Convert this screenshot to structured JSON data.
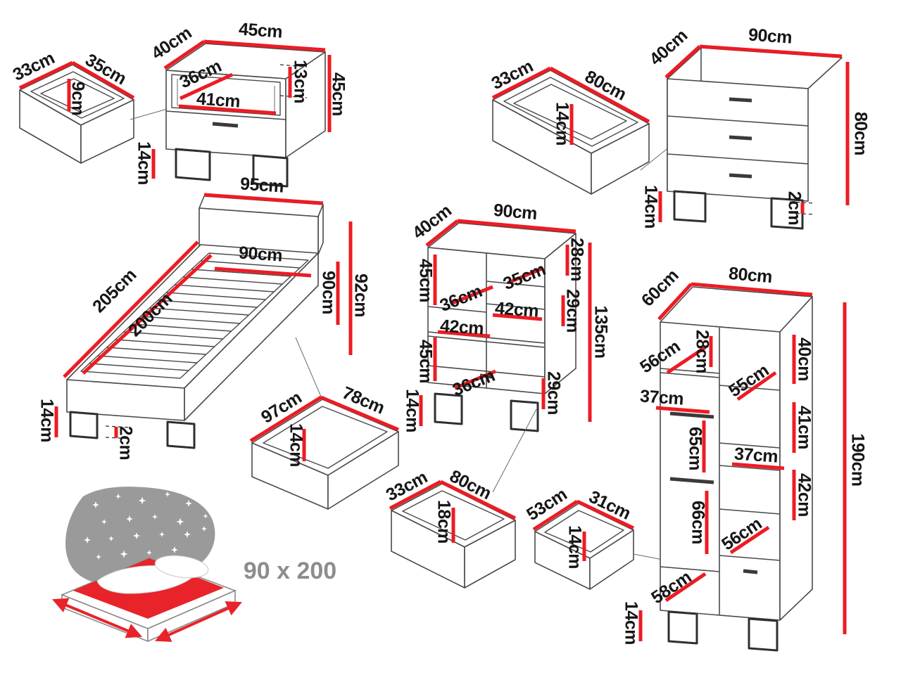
{
  "colors": {
    "dimension_line": "#ec1c24",
    "outline": "#4a4a4a",
    "label_text": "#161616",
    "caption_text": "#8d8d8d",
    "star_panel": "#9a9a9a",
    "mattress": "#e8232a"
  },
  "caption": {
    "text": "90 x 200"
  },
  "labels": [
    {
      "piece": "nightstand",
      "text": "40cm"
    },
    {
      "piece": "nightstand",
      "text": "45cm"
    },
    {
      "piece": "nightstand",
      "text": "36cm"
    },
    {
      "piece": "nightstand",
      "text": "41cm"
    },
    {
      "piece": "nightstand",
      "text": "13cm"
    },
    {
      "piece": "nightstand",
      "text": "45cm"
    },
    {
      "piece": "nightstand",
      "text": "14cm"
    },
    {
      "piece": "drawer-33x35",
      "text": "33cm"
    },
    {
      "piece": "drawer-33x35",
      "text": "35cm"
    },
    {
      "piece": "drawer-33x35",
      "text": "9cm"
    },
    {
      "piece": "drawer-33x80",
      "text": "33cm"
    },
    {
      "piece": "drawer-33x80",
      "text": "80cm"
    },
    {
      "piece": "drawer-33x80",
      "text": "14cm"
    },
    {
      "piece": "chest",
      "text": "40cm"
    },
    {
      "piece": "chest",
      "text": "90cm"
    },
    {
      "piece": "chest",
      "text": "80cm"
    },
    {
      "piece": "chest",
      "text": "2cm"
    },
    {
      "piece": "chest",
      "text": "14cm"
    },
    {
      "piece": "bed",
      "text": "95cm"
    },
    {
      "piece": "bed",
      "text": "205cm"
    },
    {
      "piece": "bed",
      "text": "200cm"
    },
    {
      "piece": "bed",
      "text": "90cm"
    },
    {
      "piece": "bed",
      "text": "92cm"
    },
    {
      "piece": "bed",
      "text": "90cm"
    },
    {
      "piece": "bed",
      "text": "14cm"
    },
    {
      "piece": "bed",
      "text": "2cm"
    },
    {
      "piece": "drawer-97x78",
      "text": "97cm"
    },
    {
      "piece": "drawer-97x78",
      "text": "78cm"
    },
    {
      "piece": "drawer-97x78",
      "text": "14cm"
    },
    {
      "piece": "bookcase",
      "text": "40cm"
    },
    {
      "piece": "bookcase",
      "text": "90cm"
    },
    {
      "piece": "bookcase",
      "text": "45cm"
    },
    {
      "piece": "bookcase",
      "text": "36cm"
    },
    {
      "piece": "bookcase",
      "text": "35cm"
    },
    {
      "piece": "bookcase",
      "text": "42cm"
    },
    {
      "piece": "bookcase",
      "text": "42cm"
    },
    {
      "piece": "bookcase",
      "text": "45cm"
    },
    {
      "piece": "bookcase",
      "text": "36cm"
    },
    {
      "piece": "bookcase",
      "text": "28cm"
    },
    {
      "piece": "bookcase",
      "text": "29cm"
    },
    {
      "piece": "bookcase",
      "text": "135cm"
    },
    {
      "piece": "bookcase",
      "text": "29cm"
    },
    {
      "piece": "bookcase",
      "text": "14cm"
    },
    {
      "piece": "drawer-33x80-18",
      "text": "33cm"
    },
    {
      "piece": "drawer-33x80-18",
      "text": "80cm"
    },
    {
      "piece": "drawer-33x80-18",
      "text": "18cm"
    },
    {
      "piece": "drawer-53x31",
      "text": "53cm"
    },
    {
      "piece": "drawer-53x31",
      "text": "31cm"
    },
    {
      "piece": "drawer-53x31",
      "text": "14cm"
    },
    {
      "piece": "wardrobe",
      "text": "60cm"
    },
    {
      "piece": "wardrobe",
      "text": "80cm"
    },
    {
      "piece": "wardrobe",
      "text": "56cm"
    },
    {
      "piece": "wardrobe",
      "text": "28cm"
    },
    {
      "piece": "wardrobe",
      "text": "55cm"
    },
    {
      "piece": "wardrobe",
      "text": "40cm"
    },
    {
      "piece": "wardrobe",
      "text": "37cm"
    },
    {
      "piece": "wardrobe",
      "text": "41cm"
    },
    {
      "piece": "wardrobe",
      "text": "65cm"
    },
    {
      "piece": "wardrobe",
      "text": "37cm"
    },
    {
      "piece": "wardrobe",
      "text": "42cm"
    },
    {
      "piece": "wardrobe",
      "text": "66cm"
    },
    {
      "piece": "wardrobe",
      "text": "56cm"
    },
    {
      "piece": "wardrobe",
      "text": "58cm"
    },
    {
      "piece": "wardrobe",
      "text": "190cm"
    },
    {
      "piece": "wardrobe",
      "text": "14cm"
    }
  ]
}
